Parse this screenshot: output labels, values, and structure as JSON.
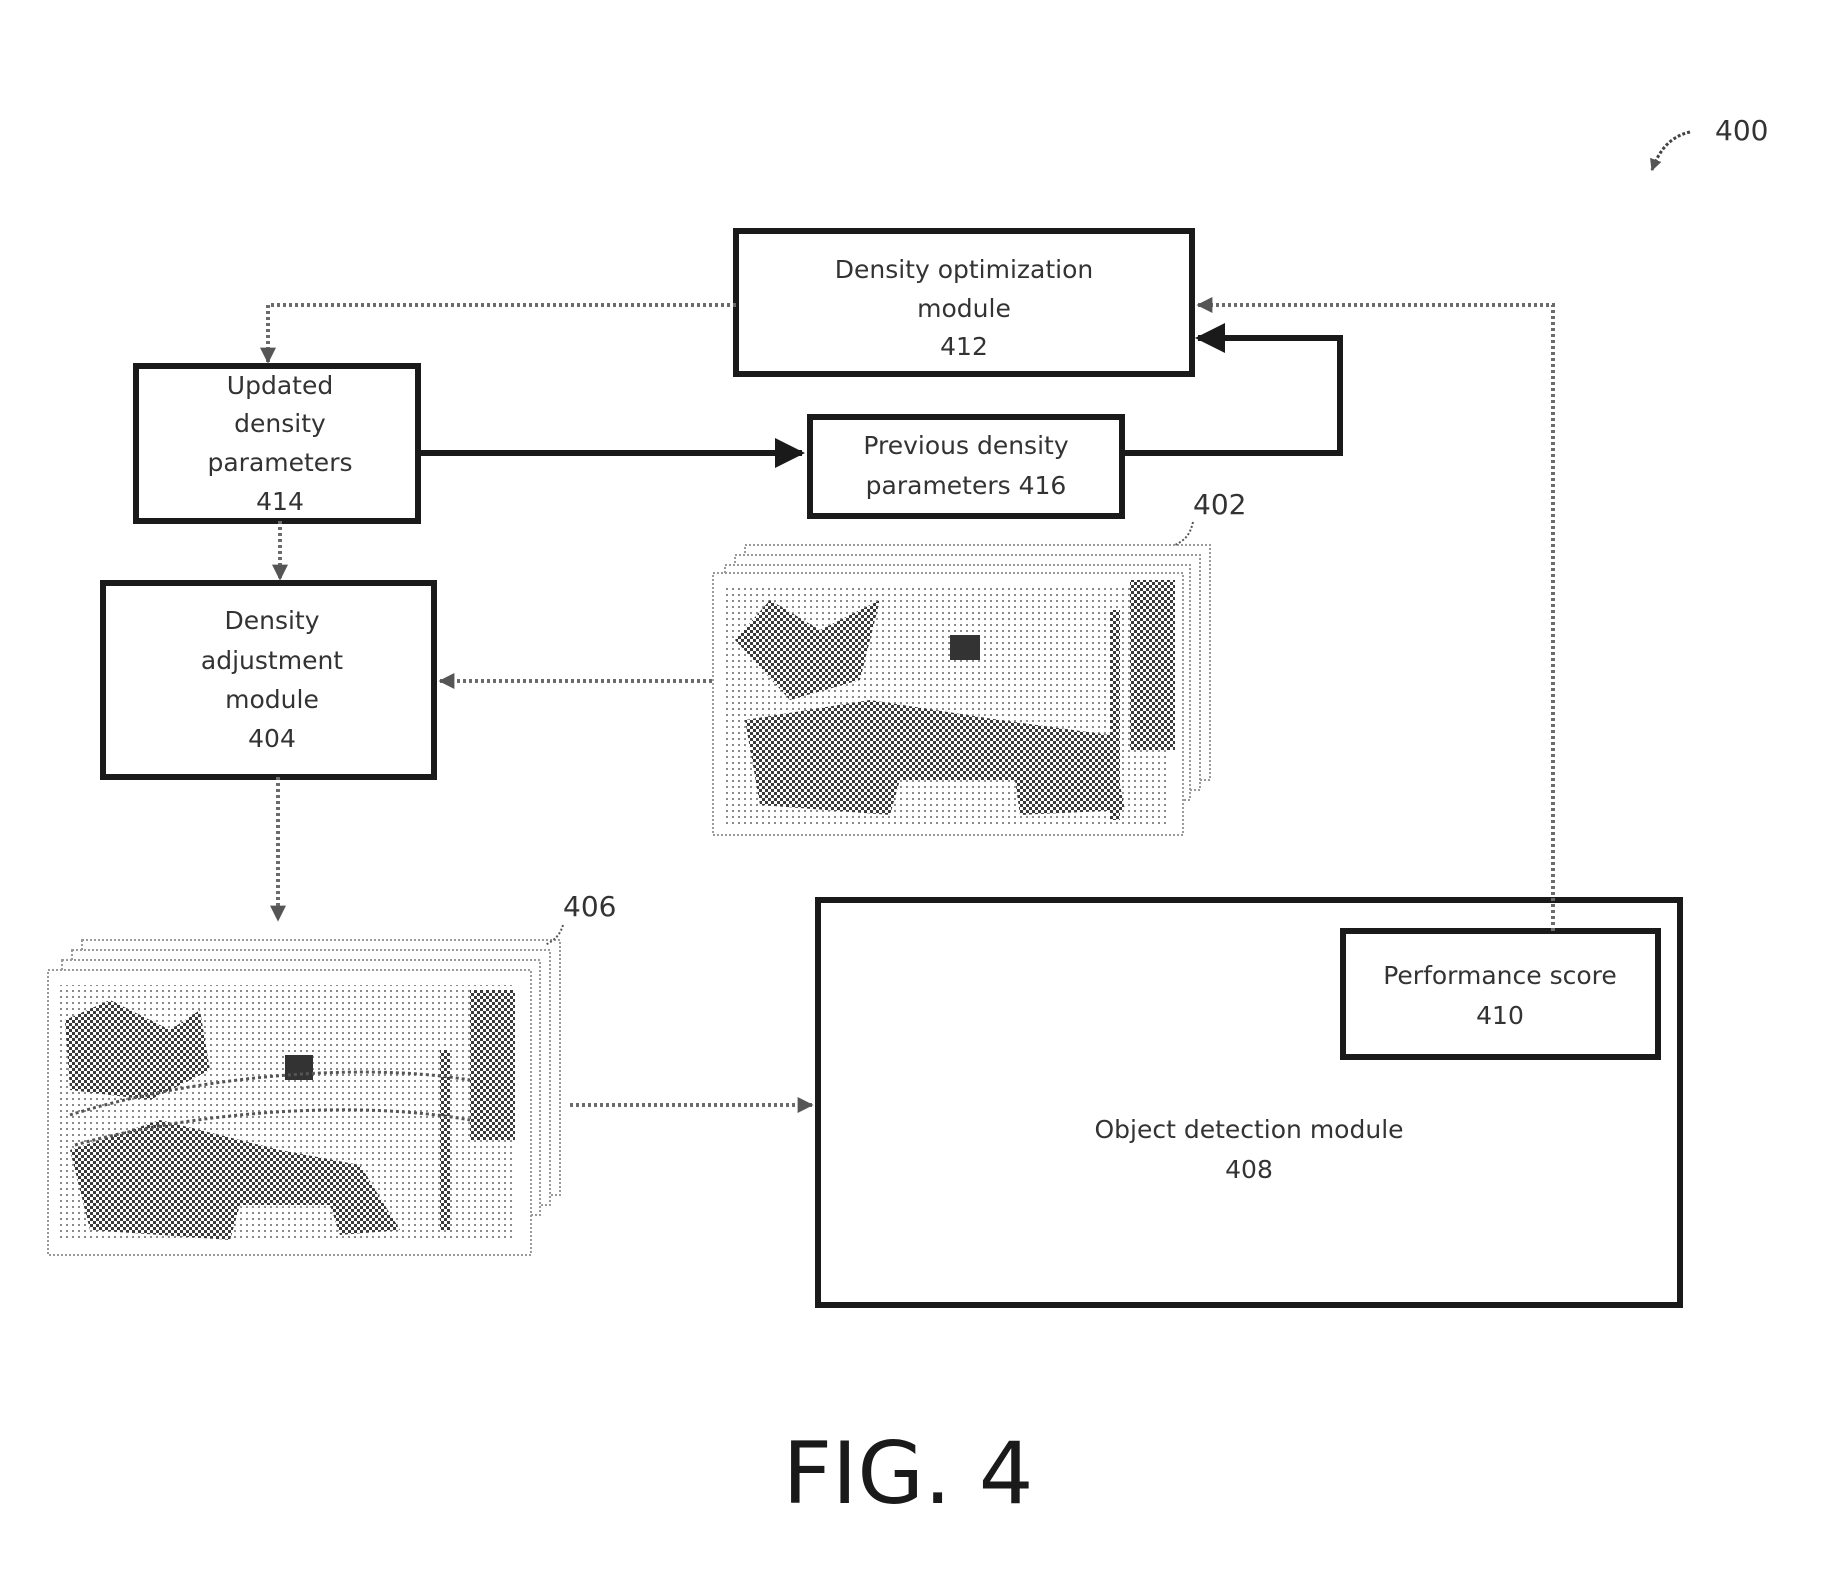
{
  "figure": {
    "caption": "FIG. 4",
    "ref_label": "400"
  },
  "boxes": {
    "density_optimization": {
      "line1": "Density optimization",
      "line2": "module",
      "ref": "412"
    },
    "updated_params": {
      "line1": "Updated",
      "line2": "density",
      "line3": "parameters",
      "ref": "414"
    },
    "previous_params": {
      "line1": "Previous density",
      "line2": "parameters 416"
    },
    "density_adjustment": {
      "line1": "Density",
      "line2": "adjustment",
      "line3": "module",
      "ref": "404"
    },
    "object_detection": {
      "line1": "Object detection module",
      "ref": "408"
    },
    "performance_score": {
      "line1": "Performance score",
      "ref": "410"
    }
  },
  "image_stacks": {
    "input": {
      "ref": "402"
    },
    "adjusted": {
      "ref": "406"
    }
  }
}
